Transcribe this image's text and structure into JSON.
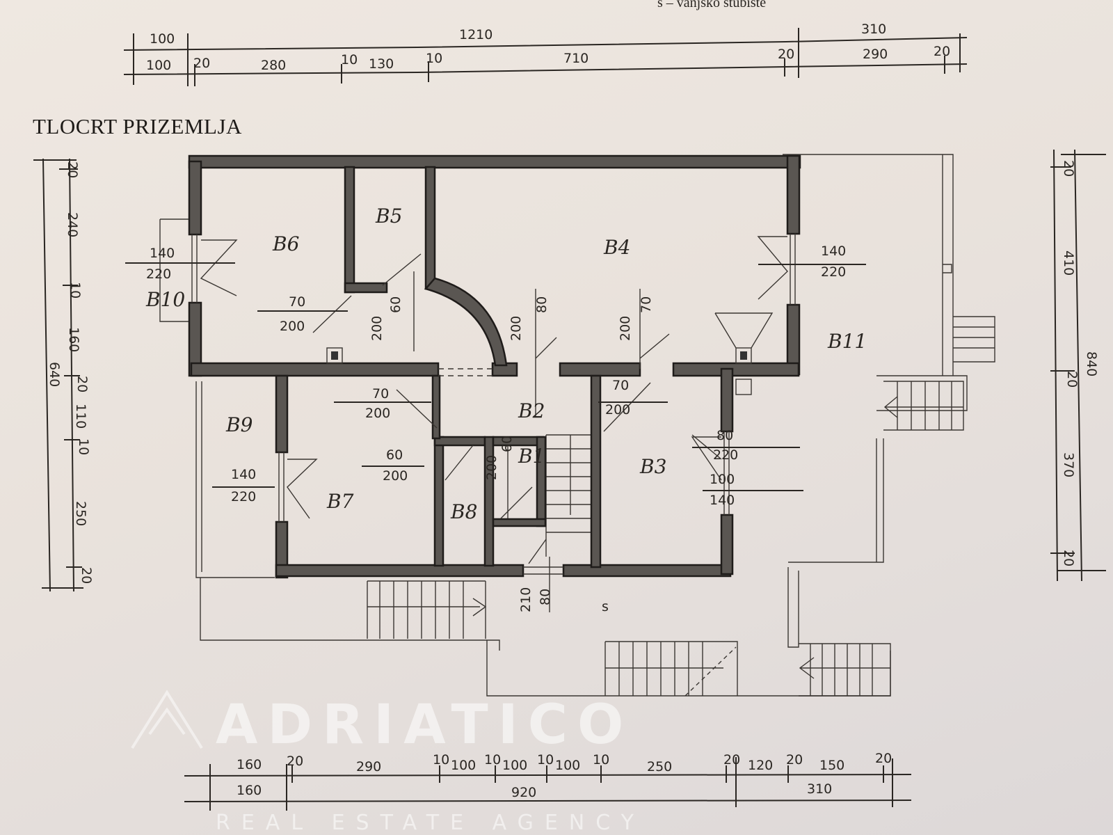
{
  "legend_text": "s – vanjsko stubište",
  "title": "TLOCRT PRIZEMLJA",
  "dimensions": {
    "top_row1": [
      "100",
      "1210",
      "310"
    ],
    "top_row2": [
      "100",
      "20",
      "280",
      "10",
      "130",
      "10",
      "710",
      "20",
      "290",
      "20"
    ],
    "bottom_row1": [
      "160",
      "20",
      "290",
      "10",
      "100",
      "10",
      "100",
      "10",
      "100",
      "10",
      "250",
      "20",
      "120",
      "20",
      "150",
      "20"
    ],
    "bottom_row2": [
      "160",
      "920",
      "310"
    ],
    "left_inner": [
      "20",
      "240",
      "10",
      "160",
      "20",
      "110",
      "10",
      "250",
      "20"
    ],
    "left_total": "640",
    "right_inner": [
      "20",
      "410",
      "20",
      "370",
      "20"
    ],
    "right_total": "840"
  },
  "rooms": {
    "b1": "B1",
    "b2": "B2",
    "b3": "B3",
    "b4": "B4",
    "b5": "B5",
    "b6": "B6",
    "b7": "B7",
    "b8": "B8",
    "b9": "B9",
    "b10": "B10",
    "b11": "B11",
    "s": "s"
  },
  "openings": [
    {
      "w": "140",
      "h": "220"
    },
    {
      "w": "70",
      "h": "200"
    },
    {
      "w": "60",
      "h": "200"
    },
    {
      "w": "80",
      "h": "200"
    },
    {
      "w": "70",
      "h": "200"
    },
    {
      "w": "140",
      "h": "220"
    },
    {
      "w": "70",
      "h": "200"
    },
    {
      "w": "70",
      "h": "200"
    },
    {
      "w": "80",
      "h": "220"
    },
    {
      "w": "60",
      "h": "200"
    },
    {
      "w": "60",
      "h": "200"
    },
    {
      "w": "100",
      "h": "140"
    },
    {
      "w": "140",
      "h": "220"
    },
    {
      "w": "80",
      "h": "210"
    }
  ],
  "watermark": {
    "brand": "ADRIATICO",
    "tagline": "REAL ESTATE AGENCY"
  }
}
